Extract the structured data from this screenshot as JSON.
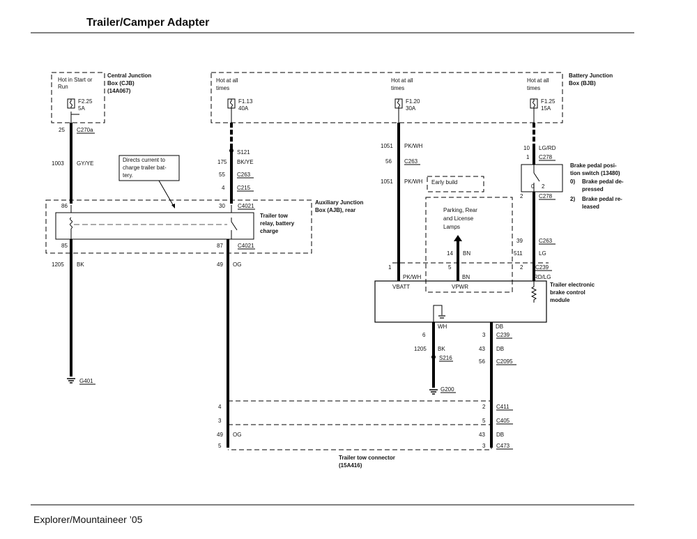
{
  "title": "Trailer/Camper Adapter",
  "footer": "Explorer/Mountaineer ’05",
  "cjb": {
    "hot_line1": "Hot in Start or",
    "hot_line2": "Run",
    "name_line1": "Central Junction",
    "name_line2": "Box (CJB)",
    "name_line3": "(14A067)",
    "fuse": "F2.25",
    "fuse_amp": "5A"
  },
  "bjb": {
    "name_line1": "Battery Junction",
    "name_line2": "Box (BJB)",
    "hot1_line1": "Hot at all",
    "hot1_line2": "times",
    "hot2_line1": "Hot at all",
    "hot2_line2": "times",
    "hot3_line1": "Hot at all",
    "hot3_line2": "times",
    "fuse1": "F1.13",
    "fuse1_amp": "40A",
    "fuse2": "F1.20",
    "fuse2_amp": "30A",
    "fuse3": "F1.25",
    "fuse3_amp": "15A"
  },
  "wires": {
    "w25": "25",
    "c270a": "C270a",
    "w1003": "1003",
    "gy_ye": "GY/YE",
    "s121": "S121",
    "w175": "175",
    "bk_ye": "BK/YE",
    "w55": "55",
    "c263a": "C263",
    "w4": "4",
    "c215": "C215",
    "w1051a": "1051",
    "pk_wh_a": "PK/WH",
    "w56": "56",
    "c263b": "C263",
    "w1051b": "1051",
    "pk_wh_b": "PK/WH",
    "early_build": "Early build",
    "w10": "10",
    "lg_rd": "LG/RD",
    "w1": "1",
    "c278a": "C278",
    "w2a": "2",
    "c278b": "C278",
    "w39": "39",
    "c263c": "C263",
    "w511": "511",
    "lg": "LG",
    "w2b": "2",
    "c239a": "C239",
    "rd_lg": "RD/LG",
    "w14": "14",
    "bn_a": "BN",
    "w5": "5",
    "bn_b": "BN",
    "w1c": "1",
    "pk_wh_c": "PK/WH",
    "parking1": "Parking, Rear",
    "parking2": "and License",
    "parking3": "Lamps",
    "w86": "86",
    "w30": "30",
    "c4021a": "C4021",
    "w85": "85",
    "w87": "87",
    "c4021b": "C4021",
    "w1205a": "1205",
    "bk_a": "BK",
    "w49a": "49",
    "og_a": "OG",
    "g401": "G401",
    "wh": "WH",
    "db_a": "DB",
    "w6": "6",
    "w3a": "3",
    "c239b": "C239",
    "w1205b": "1205",
    "bk_b": "BK",
    "w43a": "43",
    "db_b": "DB",
    "s216": "S216",
    "w56b": "56",
    "c2095": "C2095",
    "g200": "G200"
  },
  "annotation": {
    "line1": "Directs current to",
    "line2": "charge trailer bat-",
    "line3": "tery."
  },
  "ajb": {
    "name_line1": "Auxiliary Junction",
    "name_line2": "Box (AJB), rear",
    "relay_line1": "Trailer tow",
    "relay_line2": "relay, battery",
    "relay_line3": "charge"
  },
  "brake_switch": {
    "line1": "Brake pedal posi-",
    "line2": "tion switch (13480)",
    "s0_num": "0)",
    "s0_line1": "Brake pedal de-",
    "s0_line2": "pressed",
    "s2_num": "2)",
    "s2_line1": "Brake pedal re-",
    "s2_line2": "leased",
    "pin0": "0",
    "pin2": "2"
  },
  "module": {
    "name_line1": "Trailer electronic",
    "name_line2": "brake control",
    "name_line3": "module",
    "vbatt": "VBATT",
    "vpwr": "VPWR"
  },
  "connector": {
    "name_line1": "Trailer tow connector",
    "name_line2": "(15A416)",
    "r1_left": "4",
    "r1_right": "2",
    "c411": "C411",
    "r2_left": "3",
    "r2_right": "5",
    "c405": "C405",
    "r3_left_num": "49",
    "r3_left_color": "OG",
    "r3_right_num": "43",
    "r3_right_color": "DB",
    "r4_left": "5",
    "r4_right": "3",
    "c473": "C473"
  }
}
